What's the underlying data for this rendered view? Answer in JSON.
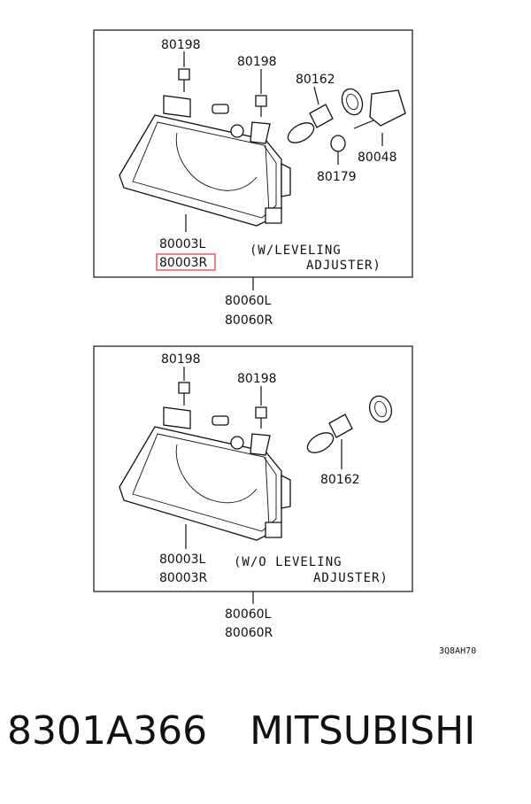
{
  "panel_top": {
    "labels": {
      "bolt_left": "80198",
      "bolt_right": "80198",
      "bulb": "80162",
      "socket": "80048",
      "ring": "80179",
      "housing_l": "80003L",
      "housing_r": "80003R",
      "assy_l": "80060L",
      "assy_r": "80060R"
    },
    "note_line1": "(W/LEVELING",
    "note_line2": "ADJUSTER)",
    "highlight_color": "#e03030"
  },
  "panel_bottom": {
    "labels": {
      "bolt_left": "80198",
      "bolt_right": "80198",
      "bulb": "80162",
      "housing_l": "80003L",
      "housing_r": "80003R",
      "assy_l": "80060L",
      "assy_r": "80060R"
    },
    "note_line1": "(W/O LEVELING",
    "note_line2": "ADJUSTER)"
  },
  "diagram_code": "3Q8AH70",
  "footer": {
    "part_number": "8301A366",
    "brand": "MITSUBISHI"
  }
}
